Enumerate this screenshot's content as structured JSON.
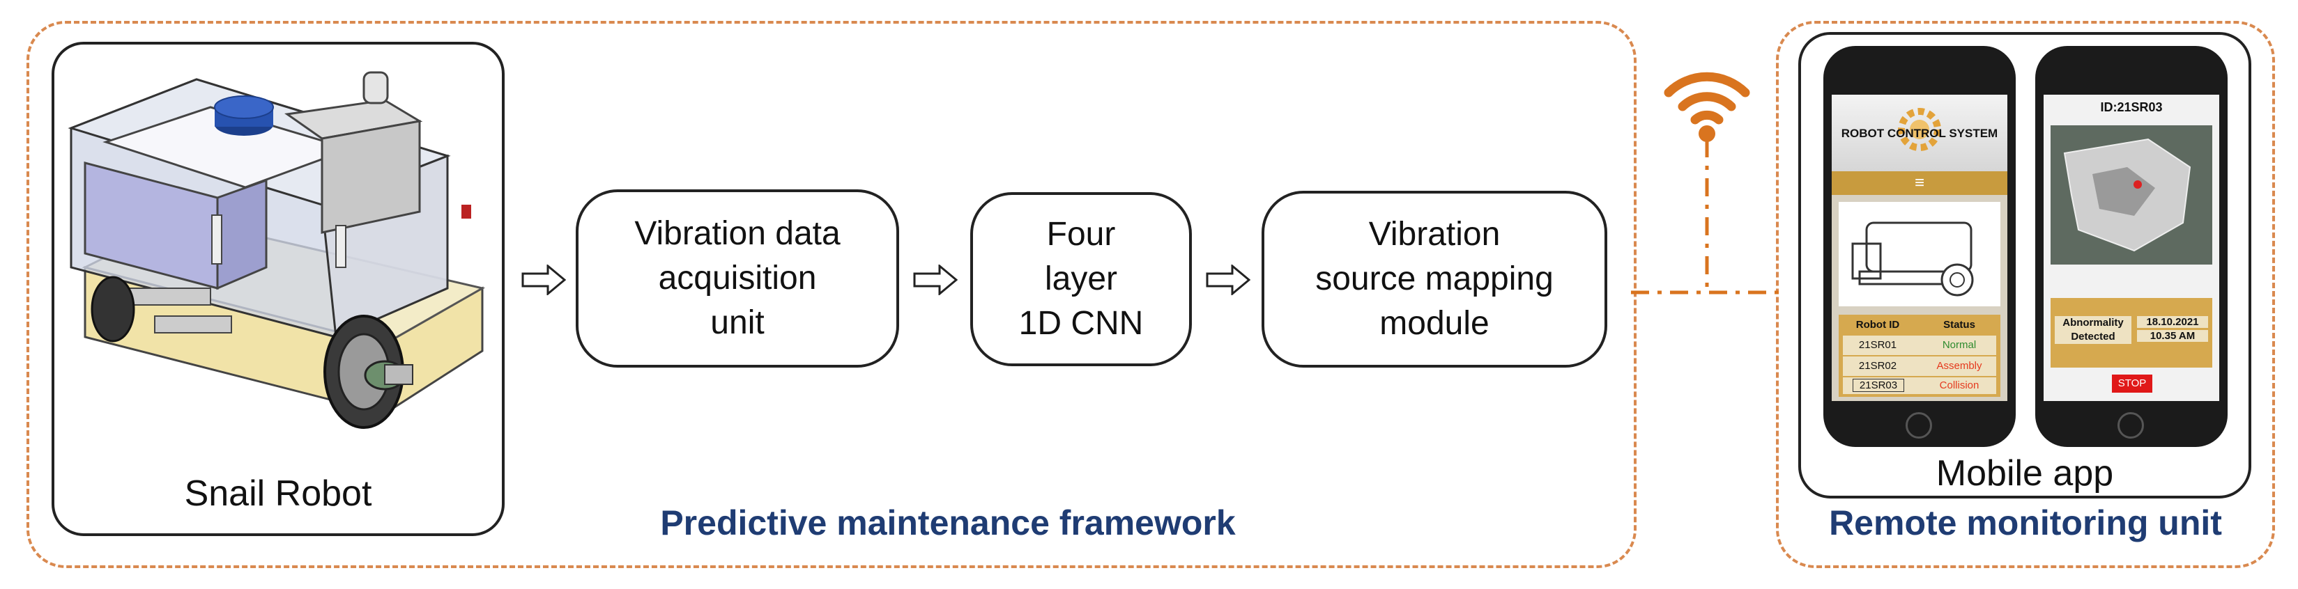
{
  "framework": {
    "title": "Predictive maintenance framework",
    "robot_caption": "Snail Robot",
    "steps": [
      {
        "lines": [
          "Vibration data",
          "acquisition",
          "unit"
        ]
      },
      {
        "lines": [
          "Four",
          "layer",
          "1D CNN"
        ]
      },
      {
        "lines": [
          "Vibration",
          "source mapping",
          "module"
        ]
      }
    ]
  },
  "remote": {
    "title": "Remote monitoring unit",
    "app_caption": "Mobile app",
    "phone1": {
      "header": "ROBOT CONTROL SYSTEM",
      "menu_glyph": "≡",
      "table_headers": [
        "Robot ID",
        "Status"
      ],
      "rows": [
        {
          "id": "21SR01",
          "status": "Normal",
          "status_color": "#2e8b2e"
        },
        {
          "id": "21SR02",
          "status": "Assembly",
          "status_color": "#e53a1e"
        },
        {
          "id": "21SR03",
          "status": "Collision",
          "status_color": "#e53a1e"
        }
      ]
    },
    "phone2": {
      "id_label": "ID:21SR03",
      "alert_label": "Abnormality Detected",
      "alert_date": "18.10.2021",
      "alert_time": "10.35 AM",
      "stop_label": "STOP"
    }
  },
  "colors": {
    "frame_dash": "#d9894f",
    "wifi": "#d9741f",
    "title_blue": "#1f3c73",
    "app_gold": "#d6a94f"
  }
}
